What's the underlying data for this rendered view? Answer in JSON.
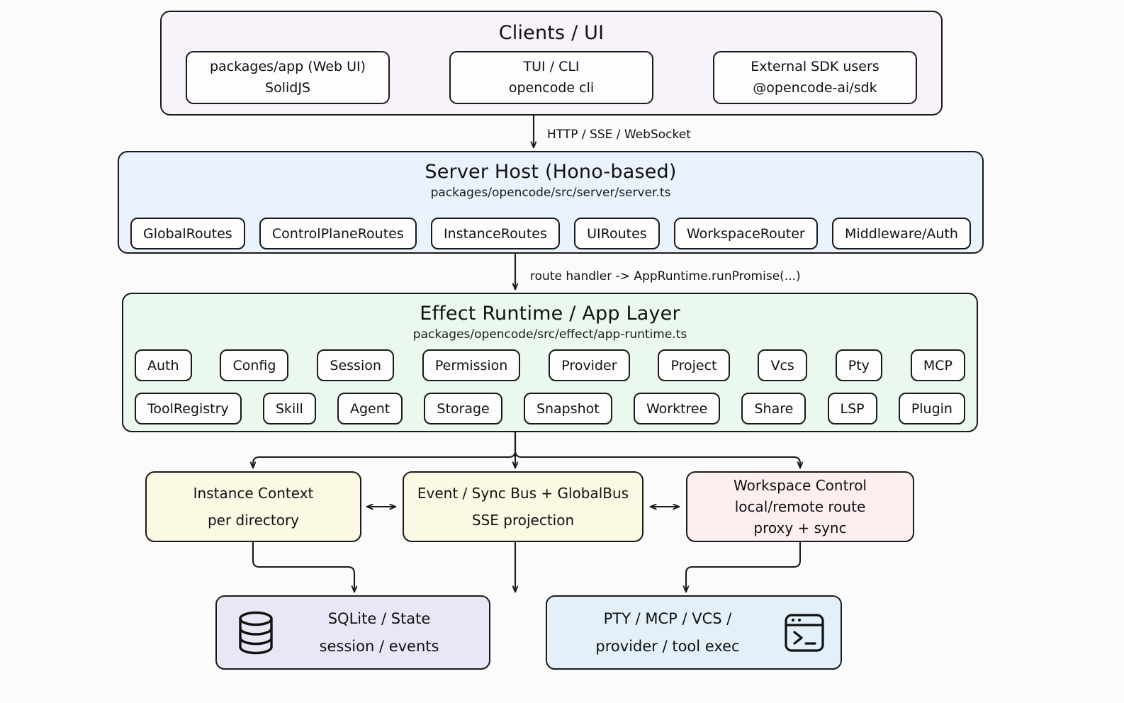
{
  "clients": {
    "title": "Clients / UI",
    "cards": [
      {
        "line1": "packages/app (Web UI)",
        "line2": "SolidJS"
      },
      {
        "line1": "TUI / CLI",
        "line2": "opencode cli"
      },
      {
        "line1": "External SDK users",
        "line2": "@opencode-ai/sdk"
      }
    ]
  },
  "edges": {
    "clients_to_server": "HTTP / SSE / WebSocket",
    "server_to_runtime": "route handler -> AppRuntime.runPromise(...)"
  },
  "server": {
    "title": "Server Host (Hono-based)",
    "subtitle": "packages/opencode/src/server/server.ts",
    "routes": [
      "GlobalRoutes",
      "ControlPlaneRoutes",
      "InstanceRoutes",
      "UIRoutes",
      "WorkspaceRouter",
      "Middleware/Auth"
    ]
  },
  "runtime": {
    "title": "Effect Runtime / App Layer",
    "subtitle": "packages/opencode/src/effect/app-runtime.ts",
    "services_row1": [
      "Auth",
      "Config",
      "Session",
      "Permission",
      "Provider",
      "Project",
      "Vcs",
      "Pty",
      "MCP"
    ],
    "services_row2": [
      "ToolRegistry",
      "Skill",
      "Agent",
      "Storage",
      "Snapshot",
      "Worktree",
      "Share",
      "LSP",
      "Plugin"
    ]
  },
  "middle": {
    "instance_context": {
      "line1": "Instance Context",
      "line2": "per directory"
    },
    "event_bus": {
      "line1": "Event / Sync Bus + GlobalBus",
      "line2": "SSE projection"
    },
    "workspace_control": {
      "line1": "Workspace Control",
      "line2": "local/remote route",
      "line3": "proxy + sync"
    }
  },
  "bottom": {
    "sqlite": {
      "icon": "database-icon",
      "line1": "SQLite / State",
      "line2": "session / events"
    },
    "exec": {
      "icon": "terminal-icon",
      "line1": "PTY / MCP / VCS /",
      "line2": "provider / tool exec"
    }
  },
  "colors": {
    "canvas": "#fbfbfb",
    "clients_fill": "#f8f2fb",
    "server_fill": "#eaf2fd",
    "runtime_fill": "#eaf8ee",
    "yellow_fill": "#fbf8e3",
    "pink_fill": "#fdeef0",
    "sqlite_fill": "#e9e6f7",
    "exec_fill": "#e3f0fa",
    "stroke": "#1a1a1a"
  }
}
